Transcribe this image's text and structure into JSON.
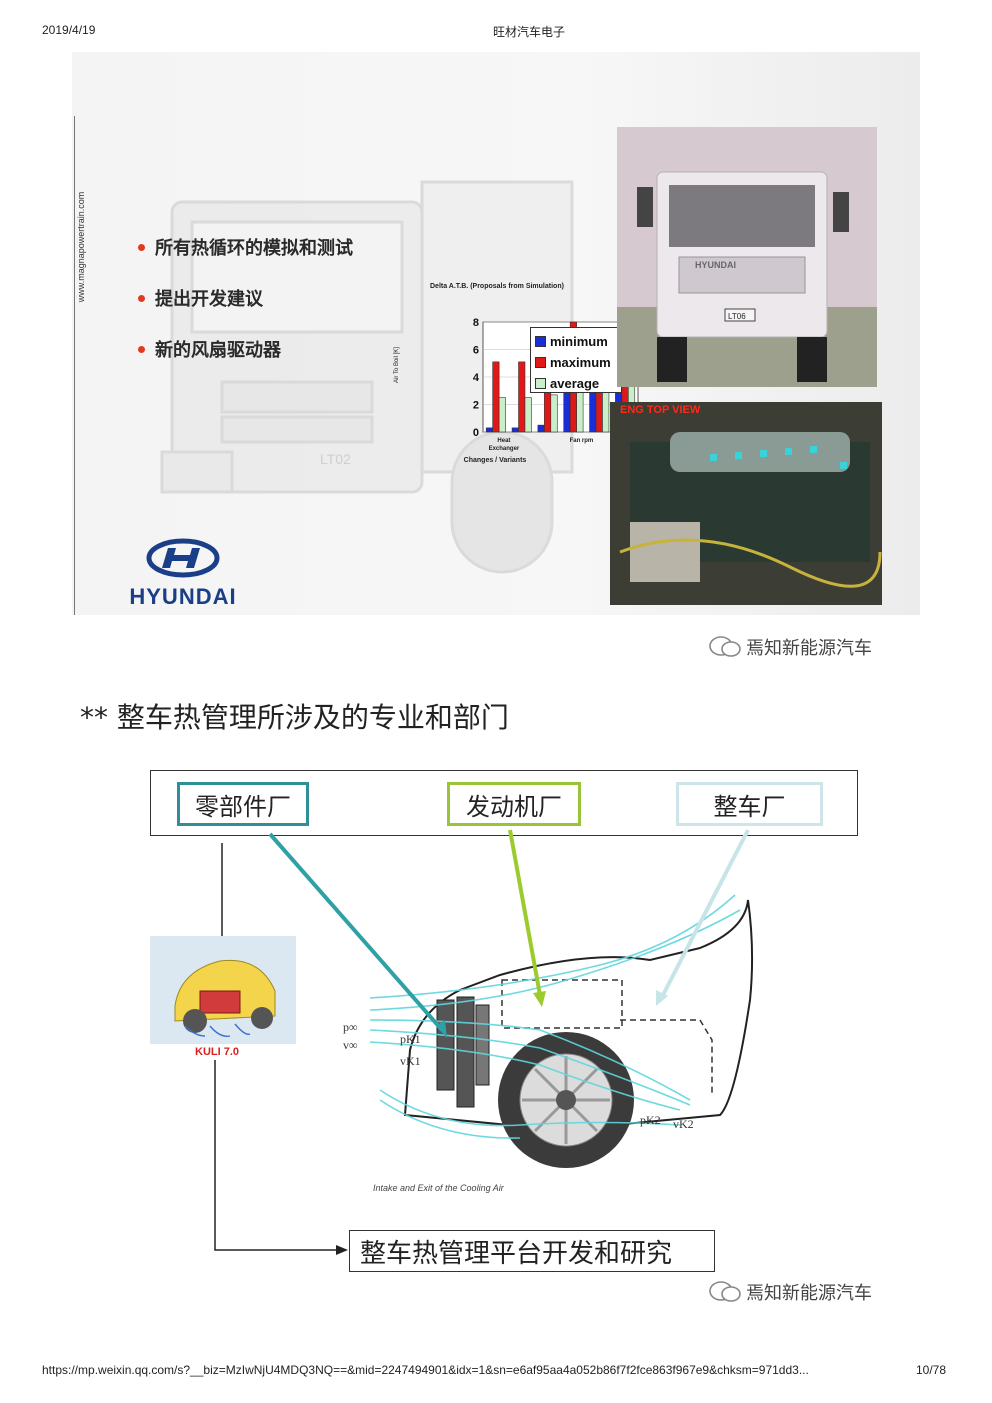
{
  "header": {
    "date": "2019/4/19",
    "site": "旺材汽车电子"
  },
  "slide1": {
    "vertical_url": "www.magnapowertrain.com",
    "bullets": [
      "所有热循环的模拟和测试",
      "提出开发建议",
      "新的风扇驱动器"
    ],
    "brand": "HYUNDAI",
    "truck_plate": "LT06",
    "bg_truck_plate": "LT02",
    "engine_label": "ENG TOP VIEW",
    "watermark": "焉知新能源汽车"
  },
  "chart_data": {
    "type": "bar",
    "title": "Delta A.T.B. (Proposals from Simulation)",
    "xlabel": "Changes / Variants",
    "ylabel": "Air To Boil [K]",
    "ylim": [
      0,
      8
    ],
    "yticks": [
      0,
      2,
      4,
      6,
      8
    ],
    "categories": [
      "Heat Exchanger",
      "",
      "",
      "Fan rpm",
      "",
      ""
    ],
    "x_tick_labels": [
      {
        "text": "Heat",
        "index": 0
      },
      {
        "text": "Exchanger",
        "index": 0
      },
      {
        "text": "Fan rpm",
        "index": 3
      }
    ],
    "series": [
      {
        "name": "minimum",
        "color": "#1a2ed8",
        "values": [
          0.3,
          0.3,
          0.5,
          5.0,
          4.0,
          4.2
        ]
      },
      {
        "name": "maximum",
        "color": "#e01818",
        "values": [
          5.1,
          5.1,
          5.1,
          8.0,
          5.1,
          6.1
        ]
      },
      {
        "name": "average",
        "color": "#c9efc9",
        "values": [
          2.5,
          2.5,
          2.7,
          6.5,
          4.5,
          5.1
        ]
      }
    ],
    "legend_position": "right"
  },
  "section2": {
    "title": "** 整车热管理所涉及的专业和部门",
    "box_labels": [
      "零部件厂",
      "发动机厂",
      "整车厂"
    ],
    "kuli_label": "KULI 7.0",
    "car_caption": "Intake and Exit of the Cooling Air",
    "vars": [
      "p∞",
      "v∞",
      "pK1",
      "vK1",
      "pK2",
      "vK2"
    ],
    "bottom_label": "整车热管理平台开发和研究",
    "watermark": "焉知新能源汽车"
  },
  "footer": {
    "url": "https://mp.weixin.qq.com/s?__biz=MzIwNjU4MDQ3NQ==&mid=2247494901&idx=1&sn=e6af95aa4a052b86f7f2fce863f967e9&chksm=971dd3...",
    "page": "10/78"
  }
}
